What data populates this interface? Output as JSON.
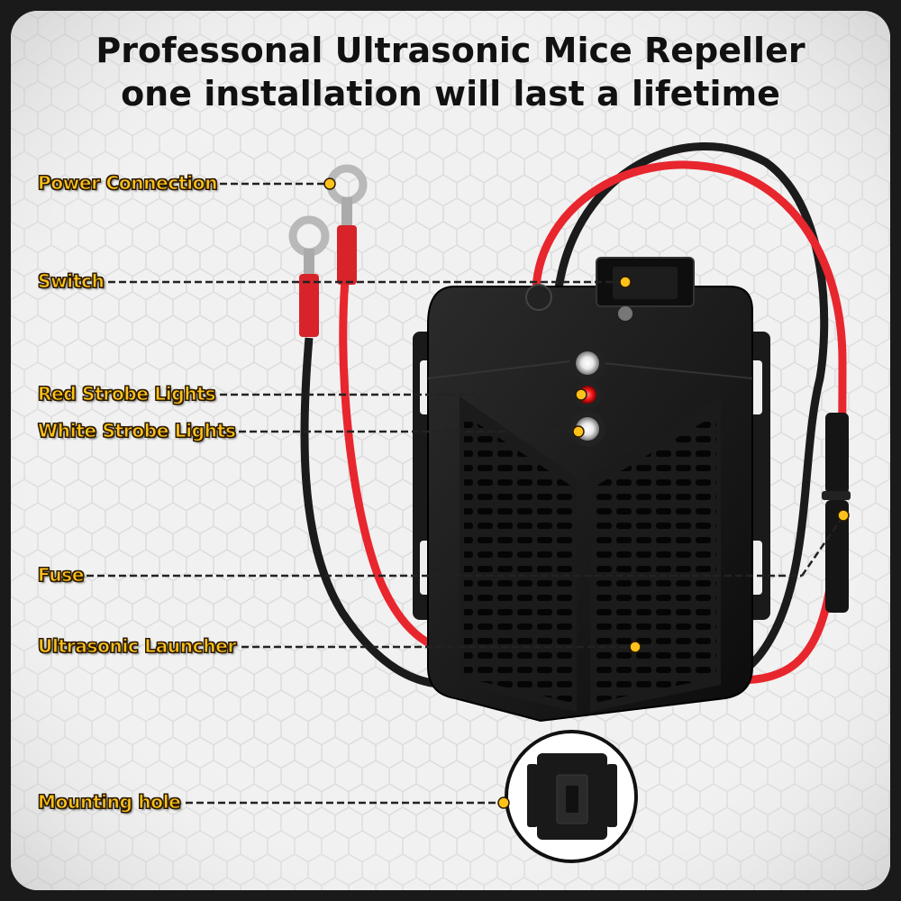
{
  "title": {
    "line1": "Professonal Ultrasonic Mice Repeller",
    "line2": "one installation will last a lifetime"
  },
  "labels": {
    "power_connection": "Power Connection",
    "switch": "Switch",
    "red_strobe_lights": "Red Strobe Lights",
    "white_strobe_lights": "White Strobe Lights",
    "fuse": "Fuse",
    "ultrasonic_launcher": "Ultrasonic Launcher",
    "mounting_hole": "Mounting hole"
  },
  "colors": {
    "label_fill": "#ffc21a",
    "leader_line": "#222222",
    "wire_red": "#e8262e",
    "wire_black": "#1b1b1b",
    "device_body": "#151515"
  }
}
